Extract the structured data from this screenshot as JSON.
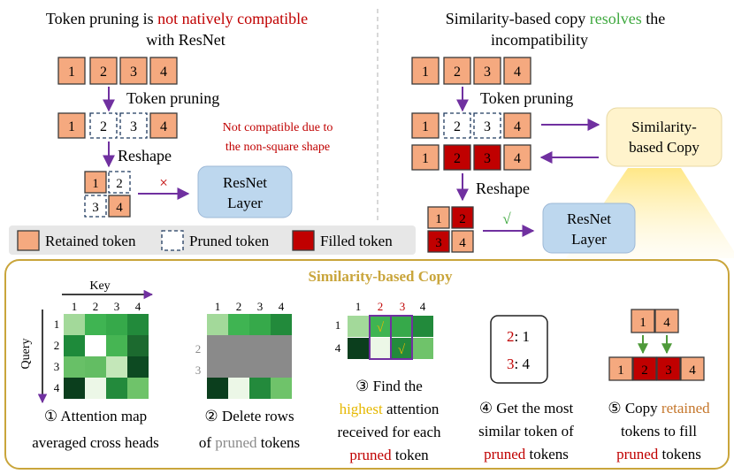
{
  "left_panel": {
    "title_pre": "Token pruning is ",
    "title_emph": "not natively compatible",
    "title_line2": "with ResNet",
    "pruning_label": "Token pruning",
    "reshape_label": "Reshape",
    "incompat_line1": "Not compatible due to",
    "incompat_line2": "the non-square shape",
    "cross_mark": "×",
    "resnet_line1": "ResNet",
    "resnet_line2": "Layer",
    "tokens": [
      "1",
      "2",
      "3",
      "4"
    ]
  },
  "right_panel": {
    "title_pre": "Similarity-based copy ",
    "title_emph": "resolves",
    "title_post": " the",
    "title_line2": "incompatibility",
    "pruning_label": "Token pruning",
    "reshape_label": "Reshape",
    "copy_line1": "Similarity-",
    "copy_line2": "based Copy",
    "check_mark": "√",
    "resnet_line1": "ResNet",
    "resnet_line2": "Layer",
    "tokens": [
      "1",
      "2",
      "3",
      "4"
    ]
  },
  "legend": {
    "retained": "Retained token",
    "pruned": "Pruned token",
    "filled": "Filled token"
  },
  "bottom": {
    "title": "Similarity-based Copy",
    "key_label": "Key",
    "query_label": "Query",
    "axis_ticks": [
      "1",
      "2",
      "3",
      "4"
    ],
    "step1_line1": "① Attention map",
    "step1_line2": "averaged cross heads",
    "step2_line1": "② Delete rows",
    "step2_line2_pre": "of ",
    "step2_line2_emph": "pruned",
    "step2_line2_post": " tokens",
    "step3_line1": "③ Find the",
    "step3_line2_emph": "highest",
    "step3_line2_post": " attention",
    "step3_line3": "received for each",
    "step3_line4_emph": "pruned",
    "step3_line4_post": " token",
    "step3_check": "√",
    "step4_map1_key": "2",
    "step4_map1_val": ": 1",
    "step4_map2_key": "3",
    "step4_map2_val": ": 4",
    "step4_line1": "④ Get the most",
    "step4_line2": "similar token of",
    "step4_line3_emph": "pruned",
    "step4_line3_post": " tokens",
    "step5_line1_pre": "⑤ Copy ",
    "step5_line1_emph": "retained",
    "step5_line2": "tokens to fill",
    "step5_line3_emph": "pruned",
    "step5_line3_post": " tokens"
  },
  "colors": {
    "accent_red": "#c00000",
    "accent_green": "#3ea83e",
    "accent_yellow": "#e6b800",
    "accent_orange": "#c5762b",
    "arrow_purple": "#7030a0",
    "pruned_gray": "#8a8a8a",
    "frame_gold": "#c9a53b"
  }
}
